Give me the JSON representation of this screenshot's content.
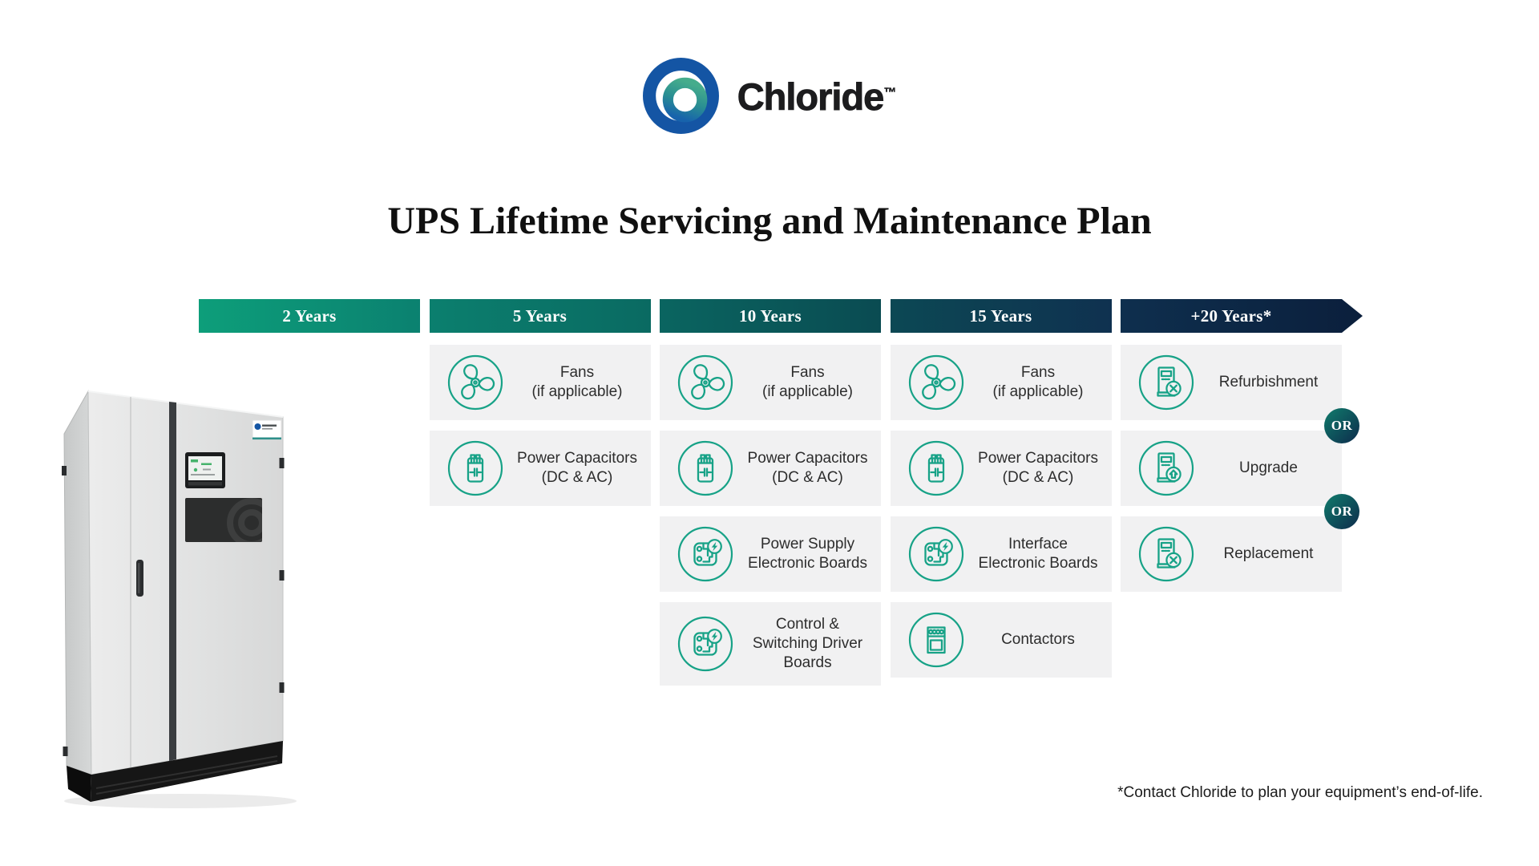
{
  "brand": {
    "name": "Chloride",
    "trademark": "™"
  },
  "title": "UPS Lifetime Servicing and Maintenance Plan",
  "footnote": "*Contact Chloride to plan your equipment’s end-of-life.",
  "or_label": "OR",
  "colors": {
    "accent_teal": "#17a287",
    "card_background": "#f1f1f2",
    "text_dark": "#2d2d2d",
    "logo_blue": "#1455a4",
    "logo_green": "#45ac8c",
    "or_badge_gradient": [
      "#107c6c",
      "#0d2b4c"
    ]
  },
  "timeline": {
    "columns": [
      {
        "label": "2 Years",
        "gradient": [
          "#0d9e7a",
          "#0b8170"
        ],
        "items": []
      },
      {
        "label": "5 Years",
        "gradient": [
          "#0b7f6e",
          "#0a6a62"
        ],
        "items": [
          {
            "icon": "fan-icon",
            "lines": [
              "Fans",
              "(if applicable)"
            ]
          },
          {
            "icon": "capacitor-icon",
            "lines": [
              "Power Capacitors",
              "(DC & AC)"
            ]
          }
        ]
      },
      {
        "label": "10 Years",
        "gradient": [
          "#0a6560",
          "#0a4b52"
        ],
        "items": [
          {
            "icon": "fan-icon",
            "lines": [
              "Fans",
              "(if applicable)"
            ]
          },
          {
            "icon": "capacitor-icon",
            "lines": [
              "Power Capacitors",
              "(DC & AC)"
            ]
          },
          {
            "icon": "circuit-board-icon",
            "lines": [
              "Power Supply",
              "Electronic Boards"
            ]
          },
          {
            "icon": "circuit-board-icon",
            "lines": [
              "Control &",
              "Switching Driver",
              "Boards"
            ]
          }
        ]
      },
      {
        "label": "15 Years",
        "gradient": [
          "#0c4854",
          "#0f3150"
        ],
        "items": [
          {
            "icon": "fan-icon",
            "lines": [
              "Fans",
              "(if applicable)"
            ]
          },
          {
            "icon": "capacitor-icon",
            "lines": [
              "Power Capacitors",
              "(DC & AC)"
            ]
          },
          {
            "icon": "circuit-board-icon",
            "lines": [
              "Interface",
              "Electronic Boards"
            ]
          },
          {
            "icon": "contactor-icon",
            "lines": [
              "Contactors"
            ]
          }
        ]
      },
      {
        "label": "+20 Years*",
        "arrow": true,
        "gradient": [
          "#0e2f4e",
          "#0b1f3c"
        ],
        "items": [
          {
            "icon": "cabinet-service-icon",
            "lines": [
              "Refurbishment"
            ]
          },
          {
            "icon": "cabinet-upgrade-icon",
            "lines": [
              "Upgrade"
            ]
          },
          {
            "icon": "cabinet-service-icon",
            "lines": [
              "Replacement"
            ]
          }
        ]
      }
    ]
  }
}
